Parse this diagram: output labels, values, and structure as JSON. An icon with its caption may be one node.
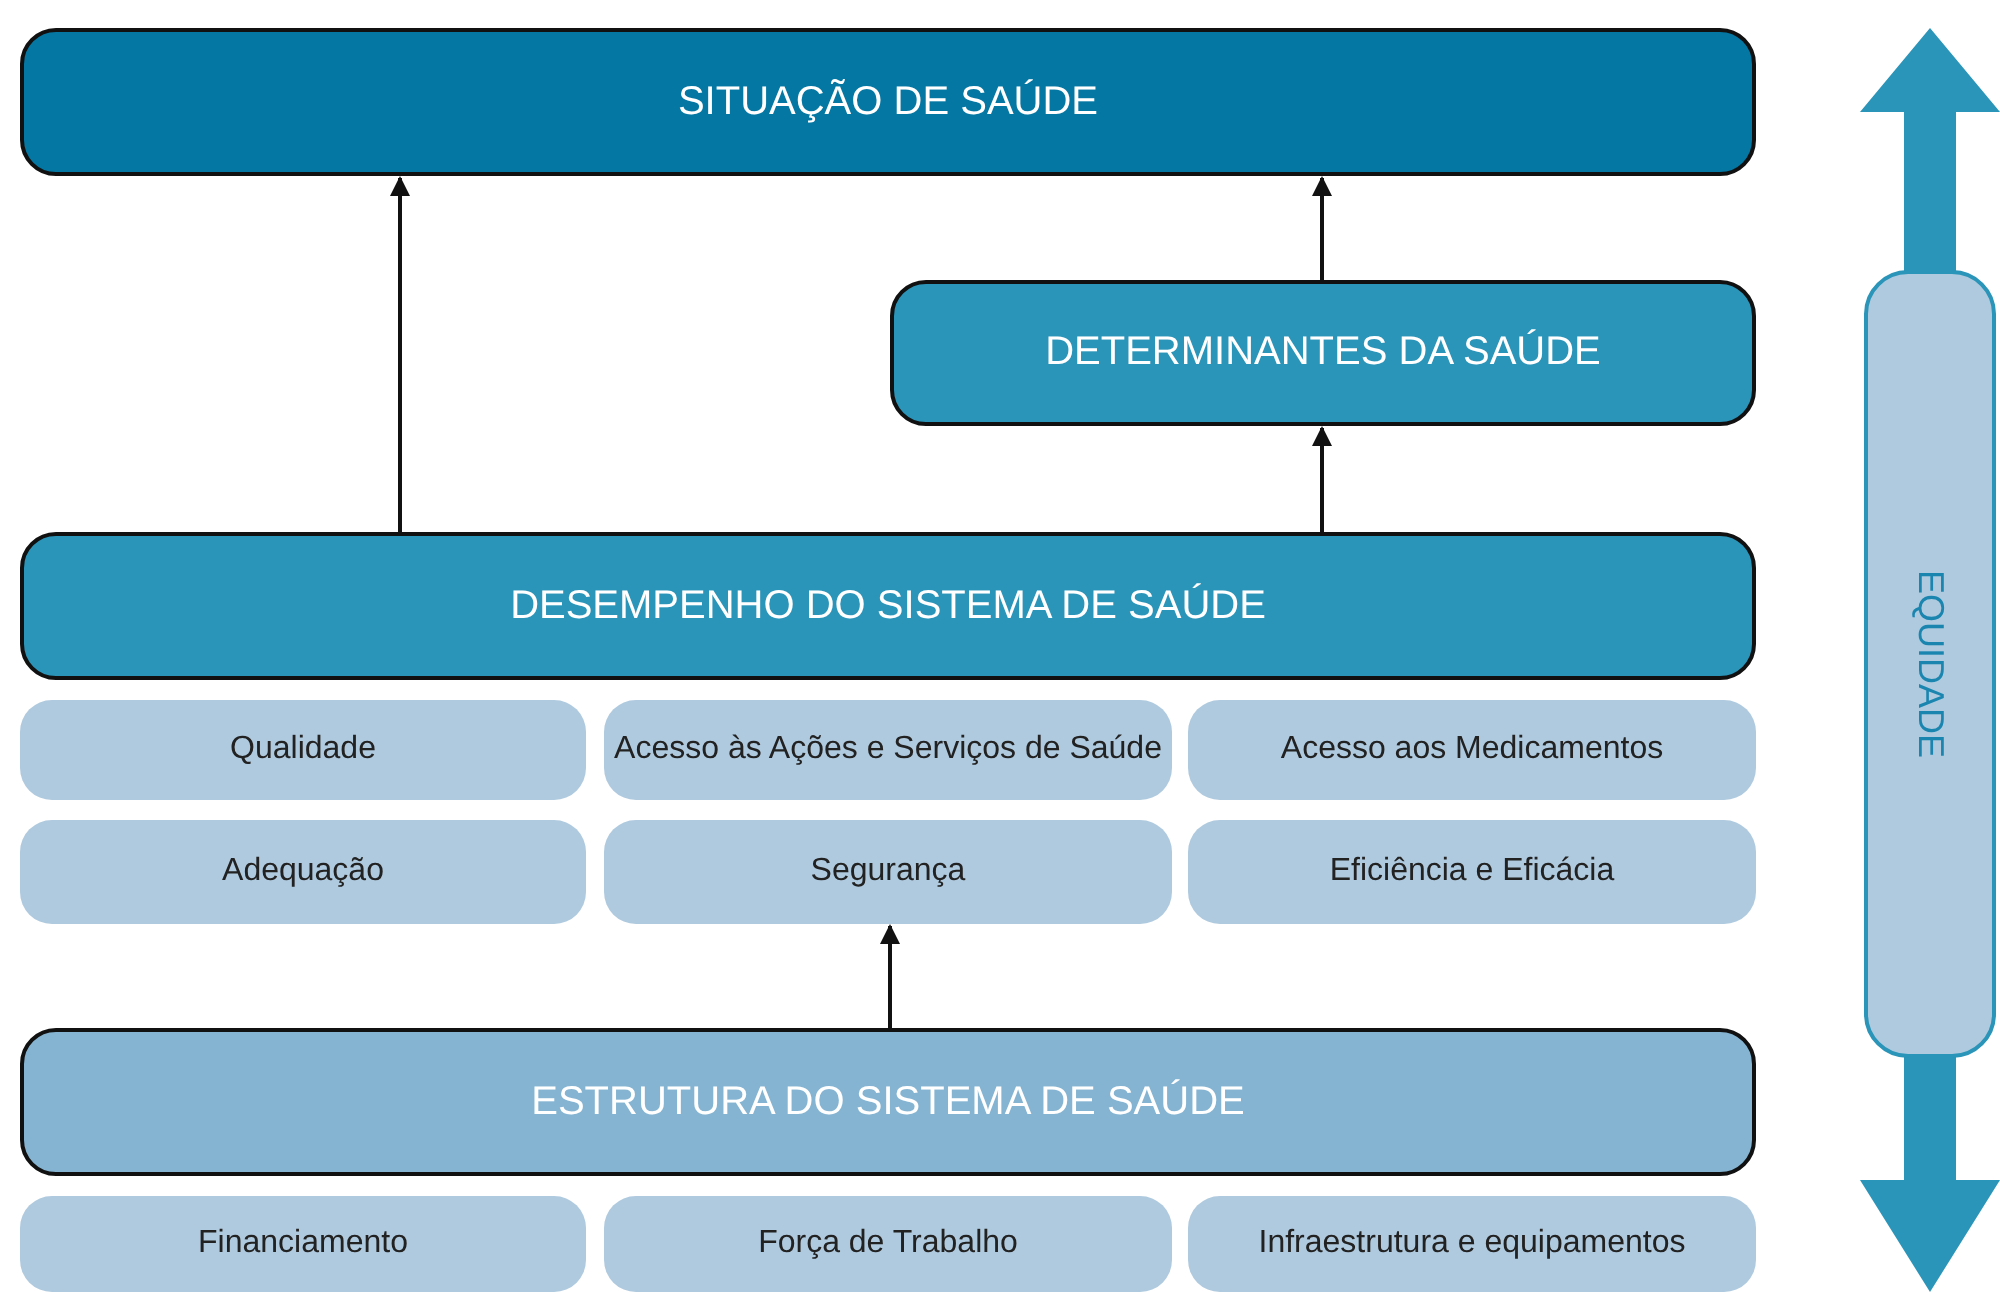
{
  "diagram": {
    "nodes": [
      {
        "text": [
          "SITUAÇÃO DE SAÚDE"
        ]
      },
      {
        "text": [
          "DETERMINANTES DA SAÚDE"
        ]
      },
      {
        "text": [
          "DESEMPENHO DO SISTEMA DE SAÚDE"
        ]
      },
      {
        "text": [
          "Qualidade"
        ]
      },
      {
        "text": [
          "Acesso às Ações e Serviços de Saúde"
        ]
      },
      {
        "text": [
          "Acesso aos Medicamentos"
        ]
      },
      {
        "text": [
          "Adequação"
        ]
      },
      {
        "text": [
          "Segurança"
        ]
      },
      {
        "text": [
          "Eficiência e Eficácia"
        ]
      },
      {
        "text": [
          "ESTRUTURA DO SISTEMA DE SAÚDE"
        ]
      },
      {
        "text": [
          "Financiamento"
        ]
      },
      {
        "text": [
          "Força de Trabalho"
        ]
      },
      {
        "text": [
          "Infraestrutura e equipamentos"
        ]
      },
      {
        "text": [
          "EQUIDADE"
        ]
      }
    ],
    "edges": [
      {
        "from": 2,
        "to": 0,
        "arrow": "to"
      },
      {
        "from": 2,
        "to": 1,
        "arrow": "to"
      },
      {
        "from": 1,
        "to": 0,
        "arrow": "to"
      },
      {
        "from": 9,
        "to": 7,
        "arrow": "to"
      }
    ]
  }
}
